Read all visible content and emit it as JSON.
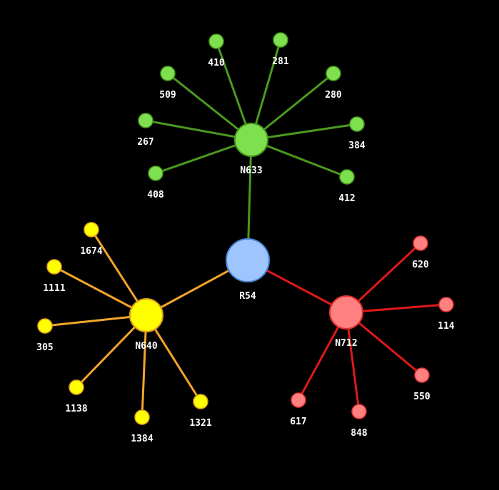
{
  "graph": {
    "background": "#000000",
    "groups": {
      "root": {
        "fill": "#9ec5fe",
        "stroke": "#4a86d8",
        "edge": "#4a9a1e"
      },
      "green": {
        "fill": "#7ee04e",
        "stroke": "#4a9a1e",
        "edge": "#4a9a1e"
      },
      "yellow": {
        "fill": "#ffff00",
        "stroke": "#e0a020",
        "edge": "#f4a52a"
      },
      "red": {
        "fill": "#ff8080",
        "stroke": "#e03030",
        "edge": "#e01818"
      }
    },
    "nodes": [
      {
        "id": "R54",
        "label": "R54",
        "group": "root",
        "kind": "root"
      },
      {
        "id": "N633",
        "label": "N633",
        "group": "green",
        "kind": "hub"
      },
      {
        "id": "N640",
        "label": "N640",
        "group": "yellow",
        "kind": "hub"
      },
      {
        "id": "N712",
        "label": "N712",
        "group": "red",
        "kind": "hub"
      },
      {
        "id": "410",
        "label": "410",
        "group": "green",
        "kind": "leaf"
      },
      {
        "id": "281",
        "label": "281",
        "group": "green",
        "kind": "leaf"
      },
      {
        "id": "509",
        "label": "509",
        "group": "green",
        "kind": "leaf"
      },
      {
        "id": "280",
        "label": "280",
        "group": "green",
        "kind": "leaf"
      },
      {
        "id": "267",
        "label": "267",
        "group": "green",
        "kind": "leaf"
      },
      {
        "id": "384",
        "label": "384",
        "group": "green",
        "kind": "leaf"
      },
      {
        "id": "408",
        "label": "408",
        "group": "green",
        "kind": "leaf"
      },
      {
        "id": "412",
        "label": "412",
        "group": "green",
        "kind": "leaf"
      },
      {
        "id": "1674",
        "label": "1674",
        "group": "yellow",
        "kind": "leaf"
      },
      {
        "id": "1111",
        "label": "1111",
        "group": "yellow",
        "kind": "leaf"
      },
      {
        "id": "305",
        "label": "305",
        "group": "yellow",
        "kind": "leaf"
      },
      {
        "id": "1138",
        "label": "1138",
        "group": "yellow",
        "kind": "leaf"
      },
      {
        "id": "1384",
        "label": "1384",
        "group": "yellow",
        "kind": "leaf"
      },
      {
        "id": "1321",
        "label": "1321",
        "group": "yellow",
        "kind": "leaf"
      },
      {
        "id": "620",
        "label": "620",
        "group": "red",
        "kind": "leaf"
      },
      {
        "id": "114",
        "label": "114",
        "group": "red",
        "kind": "leaf"
      },
      {
        "id": "550",
        "label": "550",
        "group": "red",
        "kind": "leaf"
      },
      {
        "id": "848",
        "label": "848",
        "group": "red",
        "kind": "leaf"
      },
      {
        "id": "617",
        "label": "617",
        "group": "red",
        "kind": "leaf"
      }
    ],
    "edges": [
      {
        "source": "R54",
        "target": "N633",
        "group": "green"
      },
      {
        "source": "R54",
        "target": "N640",
        "group": "yellow"
      },
      {
        "source": "R54",
        "target": "N712",
        "group": "red"
      },
      {
        "source": "N633",
        "target": "410",
        "group": "green"
      },
      {
        "source": "N633",
        "target": "281",
        "group": "green"
      },
      {
        "source": "N633",
        "target": "509",
        "group": "green"
      },
      {
        "source": "N633",
        "target": "280",
        "group": "green"
      },
      {
        "source": "N633",
        "target": "267",
        "group": "green"
      },
      {
        "source": "N633",
        "target": "384",
        "group": "green"
      },
      {
        "source": "N633",
        "target": "408",
        "group": "green"
      },
      {
        "source": "N633",
        "target": "412",
        "group": "green"
      },
      {
        "source": "N640",
        "target": "1674",
        "group": "yellow"
      },
      {
        "source": "N640",
        "target": "1111",
        "group": "yellow"
      },
      {
        "source": "N640",
        "target": "305",
        "group": "yellow"
      },
      {
        "source": "N640",
        "target": "1138",
        "group": "yellow"
      },
      {
        "source": "N640",
        "target": "1384",
        "group": "yellow"
      },
      {
        "source": "N640",
        "target": "1321",
        "group": "yellow"
      },
      {
        "source": "N712",
        "target": "620",
        "group": "red"
      },
      {
        "source": "N712",
        "target": "114",
        "group": "red"
      },
      {
        "source": "N712",
        "target": "550",
        "group": "red"
      },
      {
        "source": "N712",
        "target": "848",
        "group": "red"
      },
      {
        "source": "N712",
        "target": "617",
        "group": "red"
      }
    ]
  }
}
